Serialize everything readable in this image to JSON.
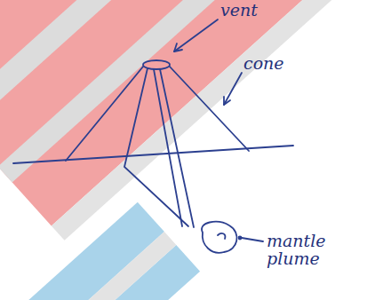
{
  "diagram": {
    "labels": [
      "vent",
      "cone",
      "mantle plume"
    ]
  }
}
